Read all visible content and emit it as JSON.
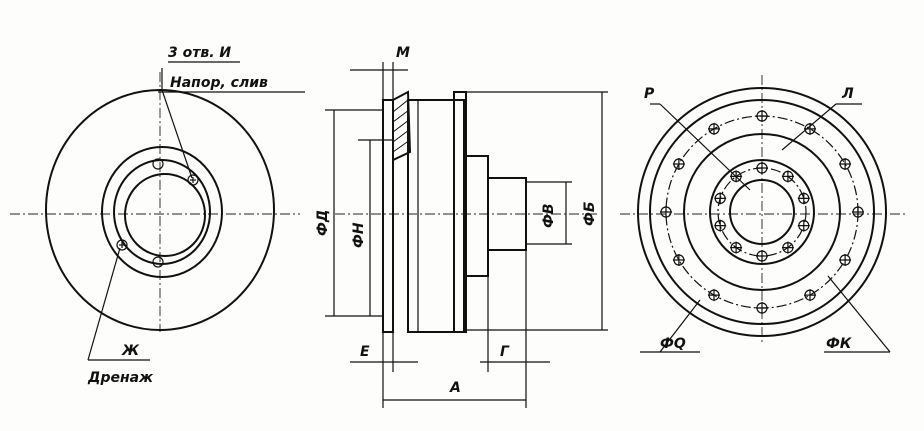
{
  "labels": {
    "holes": "3 отв. И",
    "pressure": "Напор, слив",
    "zh": "Ж",
    "drain": "Дренаж",
    "m": "М",
    "phi_d": "ФД",
    "phi_n": "ФН",
    "phi_v": "ФВ",
    "phi_b": "ФБ",
    "e": "Е",
    "g": "Г",
    "a": "А",
    "r": "Р",
    "l": "Л",
    "phi_q": "ФQ",
    "phi_k": "ФК"
  }
}
